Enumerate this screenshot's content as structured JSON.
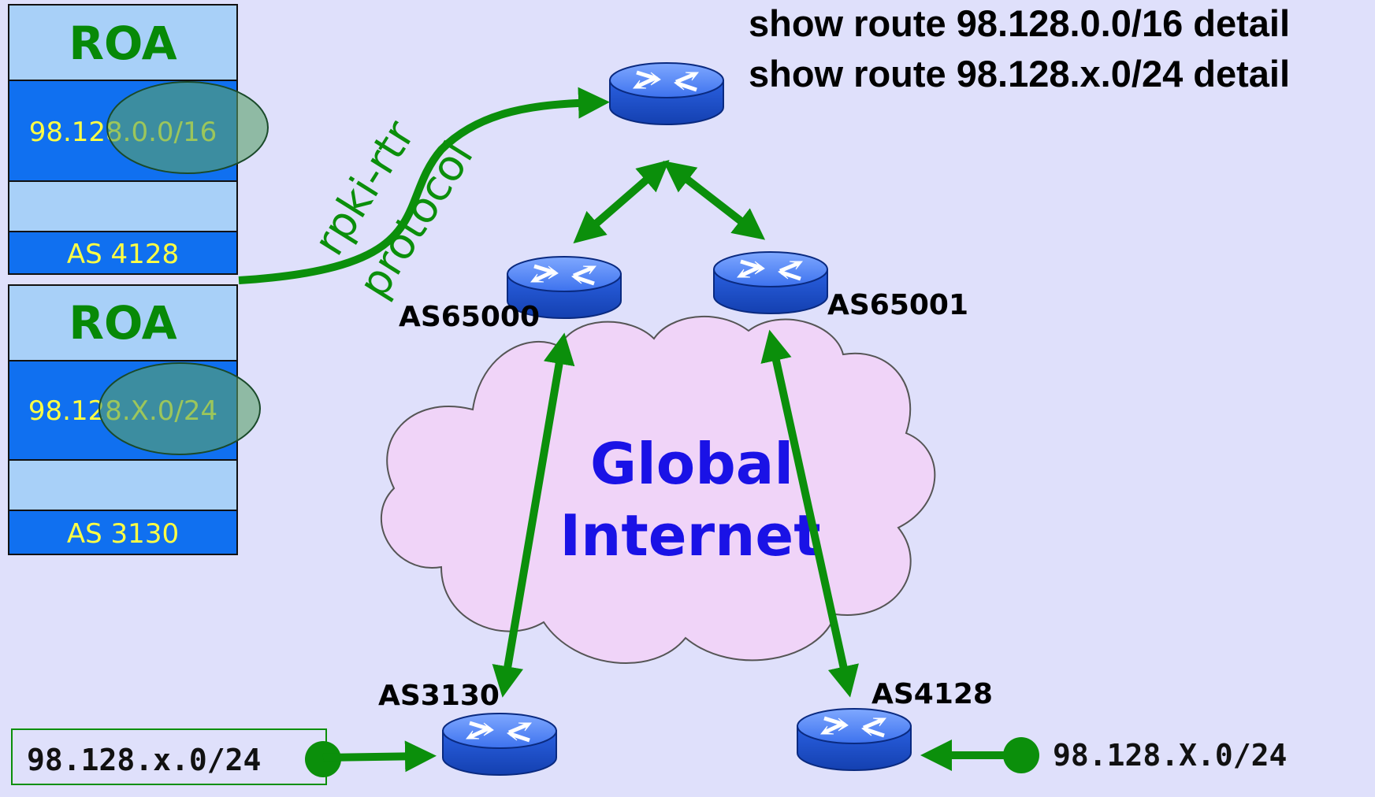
{
  "commands": {
    "line1": "show route 98.128.0.0/16 detail",
    "line2": "show route 98.128.x.0/24 detail"
  },
  "roa1": {
    "title": "ROA",
    "prefix": "98.128.0.0/16",
    "asn": "AS 4128"
  },
  "roa2": {
    "title": "ROA",
    "prefix": "98.128.X.0/24",
    "asn": "AS 3130"
  },
  "protocol": {
    "line1": "rpki-rtr",
    "line2": "protocol"
  },
  "routers": {
    "as65000": "AS65000",
    "as65001": "AS65001",
    "as3130": "AS3130",
    "as4128": "AS4128"
  },
  "cloud": {
    "line1": "Global",
    "line2": "Internet"
  },
  "announcements": {
    "left_prefix": "98.128.x.0/24",
    "right_prefix": "98.128.X.0/24"
  },
  "colors": {
    "background": "#dfe0fb",
    "arrow": "#0b8f0b",
    "roa_light": "#a8d0f8",
    "roa_dark": "#1070f0",
    "cloud": "#f0d4f8",
    "router": "#3a78f0"
  }
}
